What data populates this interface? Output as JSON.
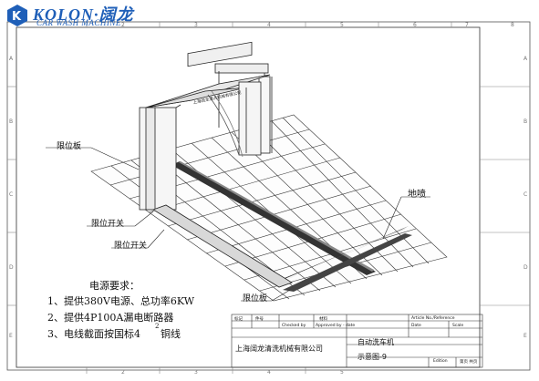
{
  "logo": {
    "brand": "KOLON·阔龙",
    "tagline": "CAR WASH MACHINE",
    "brand_color": "#1f5fb8"
  },
  "frame": {
    "col_labels_top": [
      "2",
      "3",
      "4",
      "5",
      "6",
      "7",
      "8"
    ],
    "row_labels_left": [
      "A",
      "B",
      "C",
      "D",
      "E"
    ],
    "row_labels_right": [
      "A",
      "B",
      "C",
      "D",
      "E"
    ],
    "col_labels_bottom": [
      "2",
      "3",
      "4",
      "5"
    ]
  },
  "drawing": {
    "gantry_sign": "上海阔龙清洗机械有限公司"
  },
  "callouts": {
    "limit_plate_top": "限位板",
    "limit_switch_1": "限位开关",
    "limit_switch_2": "限位开关",
    "ground_spray": "地喷",
    "limit_plate_bottom": "限位板"
  },
  "power_notes": {
    "title": "电源要求：",
    "items": [
      "1、提供380V电源、总功率6KW",
      "2、提供4P100A漏电断路器",
      "3、电线截面按国标4",
      "2",
      "铜线"
    ]
  },
  "title_block": {
    "mark_label": "标记",
    "count_label": "件号",
    "checked_by": "Checked by",
    "approved_by": "Approved by - date",
    "material_label": "材料",
    "article_no": "Article No./Reference",
    "date_label": "Date",
    "scale_label": "Scale",
    "company": "上海阔龙清洗机械有限公司",
    "product": "自动洗车机",
    "drawing_no": "示意图-9",
    "edition_label": "Edition",
    "sheet_label": "第页 共页"
  }
}
